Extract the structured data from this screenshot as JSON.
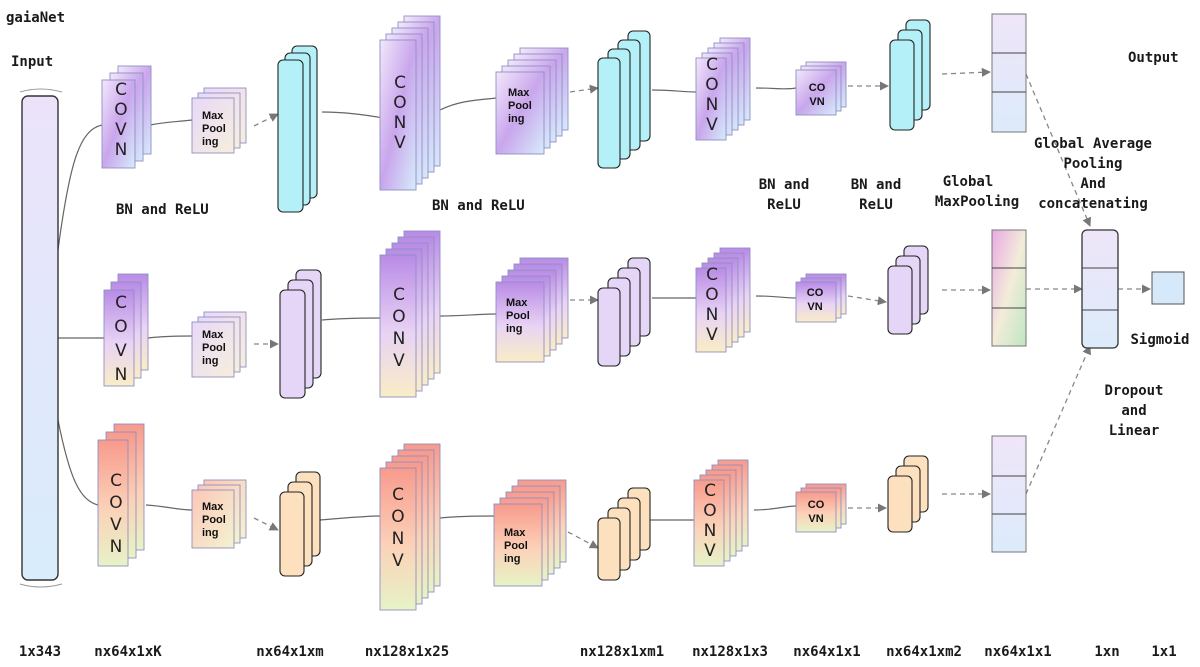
{
  "title": "gaiaNet",
  "input_label": "Input",
  "output_label": "Output",
  "block_text": {
    "covn": [
      "C",
      "O",
      "V",
      "N"
    ],
    "conv": [
      "C",
      "O",
      "N",
      "V"
    ],
    "pool": [
      "Max",
      "Pool",
      "ing"
    ],
    "co_vn": [
      "CO",
      "VN"
    ]
  },
  "annotations": {
    "bn_relu_1": "BN and ReLU",
    "bn_relu_2": "BN and ReLU",
    "bn_relu_3": [
      "BN and",
      "ReLU"
    ],
    "bn_relu_4": [
      "BN and",
      "ReLU"
    ],
    "global_maxpool": [
      "Global",
      "MaxPooling"
    ],
    "global_avgpool": [
      "Global Average",
      "Pooling",
      "And",
      "concatenating"
    ],
    "sigmoid": "Sigmoid",
    "dropout_linear": [
      "Dropout",
      "and",
      "Linear"
    ]
  },
  "dimensions": [
    "1x343",
    "nx64x1xK",
    "nx64x1xm",
    "nx128x1x25",
    "nx128x1xm1",
    "nx128x1x3",
    "nx64x1x1",
    "nx64x1xm2",
    "nx64x1x1",
    "1xn",
    "1x1"
  ],
  "colors": {
    "cyan": "#b4f0f8",
    "lavender": "#e5d6f7",
    "orange": "#fde0be",
    "input_bar": "#e6e3f8",
    "line": "#666666",
    "dashed_line": "#888888"
  }
}
